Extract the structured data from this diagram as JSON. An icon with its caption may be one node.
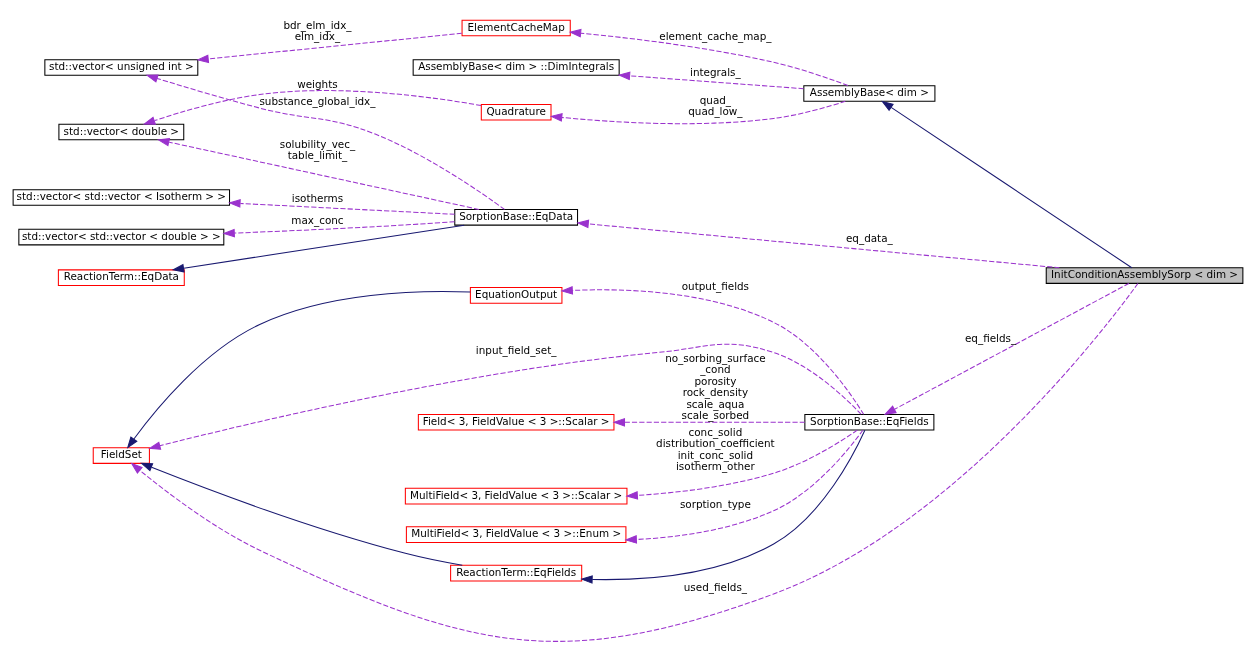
{
  "diagram": {
    "nodes": [
      {
        "text": [
          "std::vector< double >"
        ]
      },
      {
        "text": [
          "AssemblyBase< dim > ::DimIntegrals"
        ]
      },
      {
        "text": [
          "Quadrature"
        ]
      },
      {
        "text": [
          "std::vector< unsigned int >"
        ]
      },
      {
        "text": [
          "ElementCacheMap"
        ]
      },
      {
        "text": [
          "AssemblyBase< dim >"
        ]
      },
      {
        "text": [
          "ReactionTerm::EqData"
        ]
      },
      {
        "text": [
          "SorptionBase::EqData"
        ]
      },
      {
        "text": [
          "std::vector< std::vector < Isotherm > >"
        ]
      },
      {
        "text": [
          "std::vector< std::vector < double > >"
        ]
      },
      {
        "text": [
          "InitConditionAssemblySorp < dim >"
        ]
      },
      {
        "text": [
          "Field< 3, FieldValue < 3 >::Scalar >"
        ]
      },
      {
        "text": [
          "MultiField< 3, FieldValue < 3 >::Scalar >"
        ]
      },
      {
        "text": [
          "EquationOutput"
        ]
      },
      {
        "text": [
          "SorptionBase::EqFields"
        ]
      },
      {
        "text": [
          "ReactionTerm::EqFields"
        ]
      },
      {
        "text": [
          "FieldSet"
        ]
      },
      {
        "text": [
          "MultiField< 3, FieldValue < 3 >::Enum >"
        ]
      }
    ],
    "edges": [
      {
        "from": 2,
        "to": 0,
        "arrow": "to",
        "label": "weights",
        "style": "dashed"
      },
      {
        "from": 5,
        "to": 1,
        "arrow": "to",
        "label": "integrals_",
        "style": "dashed"
      },
      {
        "from": 5,
        "to": 2,
        "arrow": "to",
        "label": "quad_ quad_low_",
        "style": "dashed"
      },
      {
        "from": 7,
        "to": 0,
        "arrow": "to",
        "label": "solubility_vec_ table_limit_",
        "style": "dashed"
      },
      {
        "from": 4,
        "to": 3,
        "arrow": "to",
        "label": "bdr_elm_idx_ elm_idx_",
        "style": "dashed"
      },
      {
        "from": 5,
        "to": 4,
        "arrow": "to",
        "label": "element_cache_map_",
        "style": "dashed"
      },
      {
        "from": 7,
        "to": 3,
        "arrow": "to",
        "label": "substance_global_idx_",
        "style": "dashed"
      },
      {
        "from": 10,
        "to": 5,
        "arrow": "to",
        "color": "#191970"
      },
      {
        "from": 7,
        "to": 6,
        "arrow": "to",
        "color": "#191970"
      },
      {
        "from": 10,
        "to": 7,
        "arrow": "to",
        "label": "eq_data_",
        "style": "dashed"
      },
      {
        "from": 7,
        "to": 8,
        "arrow": "to",
        "label": "isotherms",
        "style": "dashed"
      },
      {
        "from": 7,
        "to": 9,
        "arrow": "to",
        "label": "max_conc",
        "style": "dashed"
      },
      {
        "from": 14,
        "to": 11,
        "arrow": "to",
        "label": "no_sorbing_surface _cond porosity rock_density scale_aqua scale_sorbed",
        "style": "dashed"
      },
      {
        "from": 14,
        "to": 12,
        "arrow": "to",
        "label": "conc_solid distribution_coefficient init_conc_solid isotherm_other",
        "style": "dashed"
      },
      {
        "from": 10,
        "to": 14,
        "arrow": "to",
        "label": "eq_fields_",
        "style": "dashed"
      },
      {
        "from": 14,
        "to": 13,
        "arrow": "to",
        "label": "output_fields",
        "style": "dashed"
      },
      {
        "from": 14,
        "to": 15,
        "arrow": "to",
        "color": "#191970"
      },
      {
        "from": 13,
        "to": 16,
        "arrow": "to",
        "color": "#191970"
      },
      {
        "from": 15,
        "to": 16,
        "arrow": "to",
        "color": "#191970"
      },
      {
        "from": 14,
        "to": 16,
        "arrow": "to",
        "label": "input_field_set_",
        "style": "dashed"
      },
      {
        "from": 14,
        "to": 17,
        "arrow": "to",
        "label": "sorption_type",
        "style": "dashed"
      },
      {
        "from": 10,
        "to": 16,
        "arrow": "to",
        "label": "used_fields_",
        "style": "dashed"
      }
    ]
  }
}
